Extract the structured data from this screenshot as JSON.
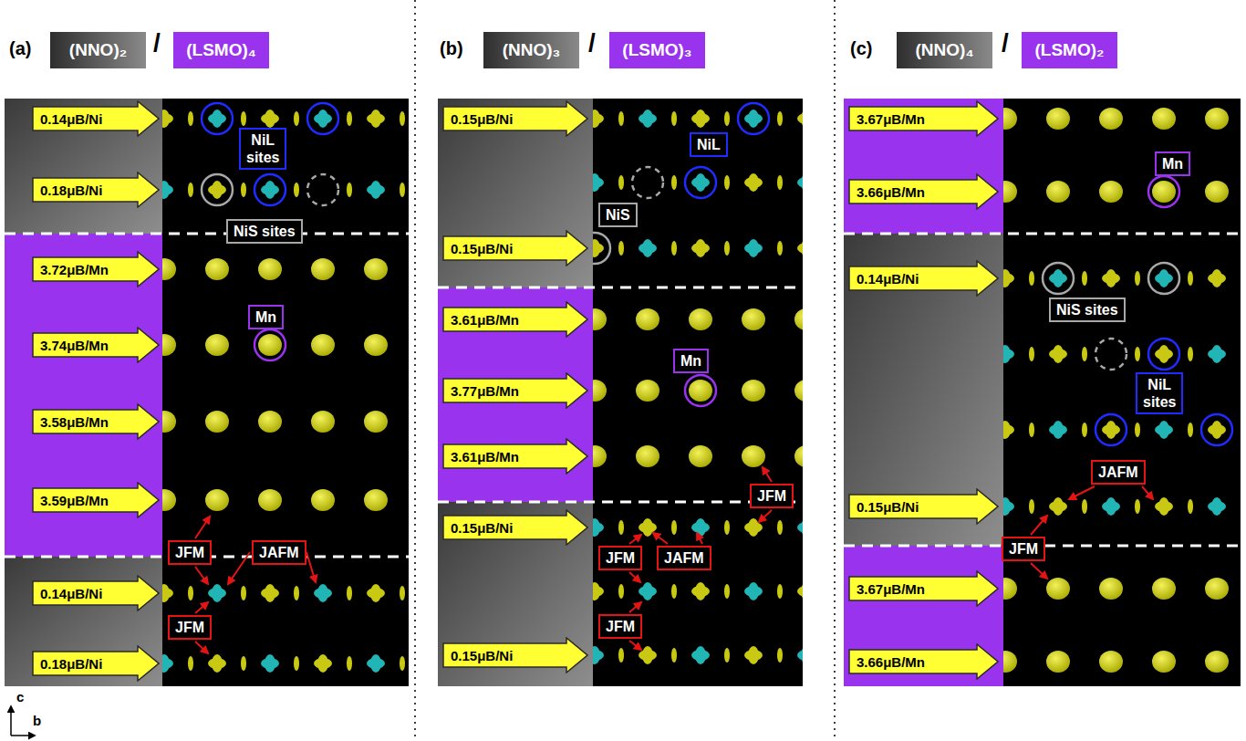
{
  "diagram": {
    "nodes": [
      {
        "text": [
          "(NNO)₂"
        ]
      },
      {
        "text": [
          "(LSMO)₄"
        ]
      },
      {
        "text": [
          "0.14μB/Ni"
        ]
      },
      {
        "text": [
          "0.18μB/Ni"
        ]
      },
      {
        "text": [
          "NiL sites"
        ]
      },
      {
        "text": [
          "NiS sites"
        ]
      },
      {
        "text": [
          "3.72μB/Mn"
        ]
      },
      {
        "text": [
          "Mn"
        ]
      },
      {
        "text": [
          "3.74μB/Mn"
        ]
      },
      {
        "text": [
          "3.58μB/Mn"
        ]
      },
      {
        "text": [
          "3.59μB/Mn"
        ]
      },
      {
        "text": [
          "JFM"
        ]
      },
      {
        "text": [
          "JAFM"
        ]
      },
      {
        "text": [
          "0.14μB/Ni"
        ]
      },
      {
        "text": [
          "JFM"
        ]
      },
      {
        "text": [
          "0.18μB/Ni"
        ]
      },
      {
        "text": [
          "(NNO)₃"
        ]
      },
      {
        "text": [
          "(LSMO)₃"
        ]
      },
      {
        "text": [
          "0.15μB/Ni"
        ]
      },
      {
        "text": [
          "NiL"
        ]
      },
      {
        "text": [
          "NiS"
        ]
      },
      {
        "text": [
          "0.15μB/Ni"
        ]
      },
      {
        "text": [
          "3.61μB/Mn"
        ]
      },
      {
        "text": [
          "Mn"
        ]
      },
      {
        "text": [
          "3.77μB/Mn"
        ]
      },
      {
        "text": [
          "3.61μB/Mn"
        ]
      },
      {
        "text": [
          "JFM"
        ]
      },
      {
        "text": [
          "0.15μB/Ni"
        ]
      },
      {
        "text": [
          "JFM"
        ]
      },
      {
        "text": [
          "JAFM"
        ]
      },
      {
        "text": [
          "JFM"
        ]
      },
      {
        "text": [
          "0.15μB/Ni"
        ]
      },
      {
        "text": [
          "(NNO)₄"
        ]
      },
      {
        "text": [
          "(LSMO)₂"
        ]
      },
      {
        "text": [
          "3.67μB/Mn"
        ]
      },
      {
        "text": [
          "Mn"
        ]
      },
      {
        "text": [
          "3.66μB/Mn"
        ]
      },
      {
        "text": [
          "0.14μB/Ni"
        ]
      },
      {
        "text": [
          "NiS sites"
        ]
      },
      {
        "text": [
          "NiL sites"
        ]
      },
      {
        "text": [
          "JAFM"
        ]
      },
      {
        "text": [
          "0.15μB/Ni"
        ]
      },
      {
        "text": [
          "JFM"
        ]
      },
      {
        "text": [
          "3.67μB/Mn"
        ]
      },
      {
        "text": [
          "3.66μB/Mn"
        ]
      }
    ],
    "labels": [
      "(a)",
      "/",
      "(b)",
      "/",
      "(c)",
      "/",
      "c",
      "b"
    ]
  }
}
